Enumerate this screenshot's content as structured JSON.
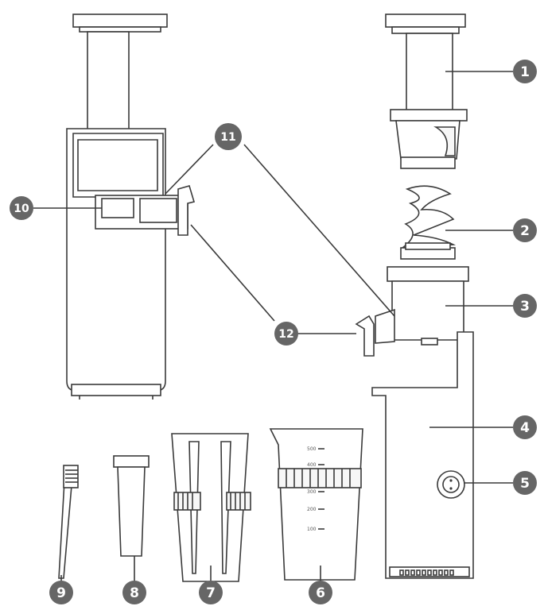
{
  "callouts": [
    {
      "id": "1",
      "label": "1"
    },
    {
      "id": "2",
      "label": "2"
    },
    {
      "id": "3",
      "label": "3"
    },
    {
      "id": "4",
      "label": "4"
    },
    {
      "id": "5",
      "label": "5"
    },
    {
      "id": "6",
      "label": "6"
    },
    {
      "id": "7",
      "label": "7"
    },
    {
      "id": "8",
      "label": "8"
    },
    {
      "id": "9",
      "label": "9"
    },
    {
      "id": "10",
      "label": "10"
    },
    {
      "id": "11",
      "label": "11"
    },
    {
      "id": "12",
      "label": "12"
    }
  ],
  "jug_scale": [
    "500",
    "400",
    "300",
    "200",
    "100"
  ],
  "colors": {
    "line": "#3a3a3a",
    "badge": "#666666",
    "background": "#ffffff"
  }
}
